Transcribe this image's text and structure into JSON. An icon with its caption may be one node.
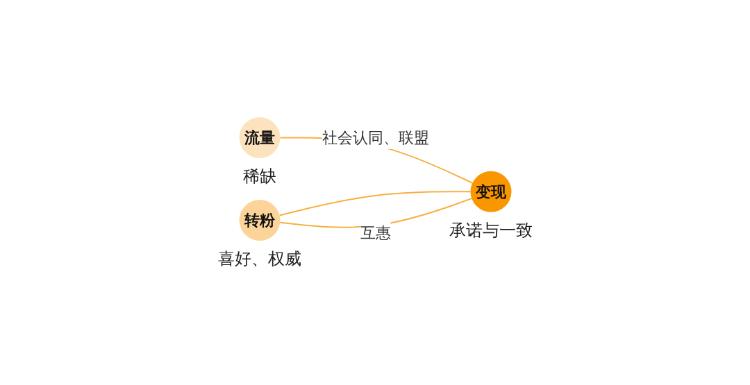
{
  "diagram": {
    "nodes": [
      {
        "text": [
          "流量"
        ],
        "beside": [
          "稀缺"
        ]
      },
      {
        "text": [
          "转粉"
        ],
        "beside": [
          "喜好、权威"
        ]
      },
      {
        "text": [
          "变现"
        ],
        "beside": [
          "承诺与一致"
        ]
      }
    ],
    "edges": [
      {
        "from": 0,
        "to": 2,
        "arrow": "none",
        "label": "社会认同、联盟"
      },
      {
        "from": 1,
        "to": 2,
        "arrow": "none"
      },
      {
        "from": 1,
        "to": 2,
        "arrow": "none",
        "label": "互惠"
      }
    ]
  }
}
